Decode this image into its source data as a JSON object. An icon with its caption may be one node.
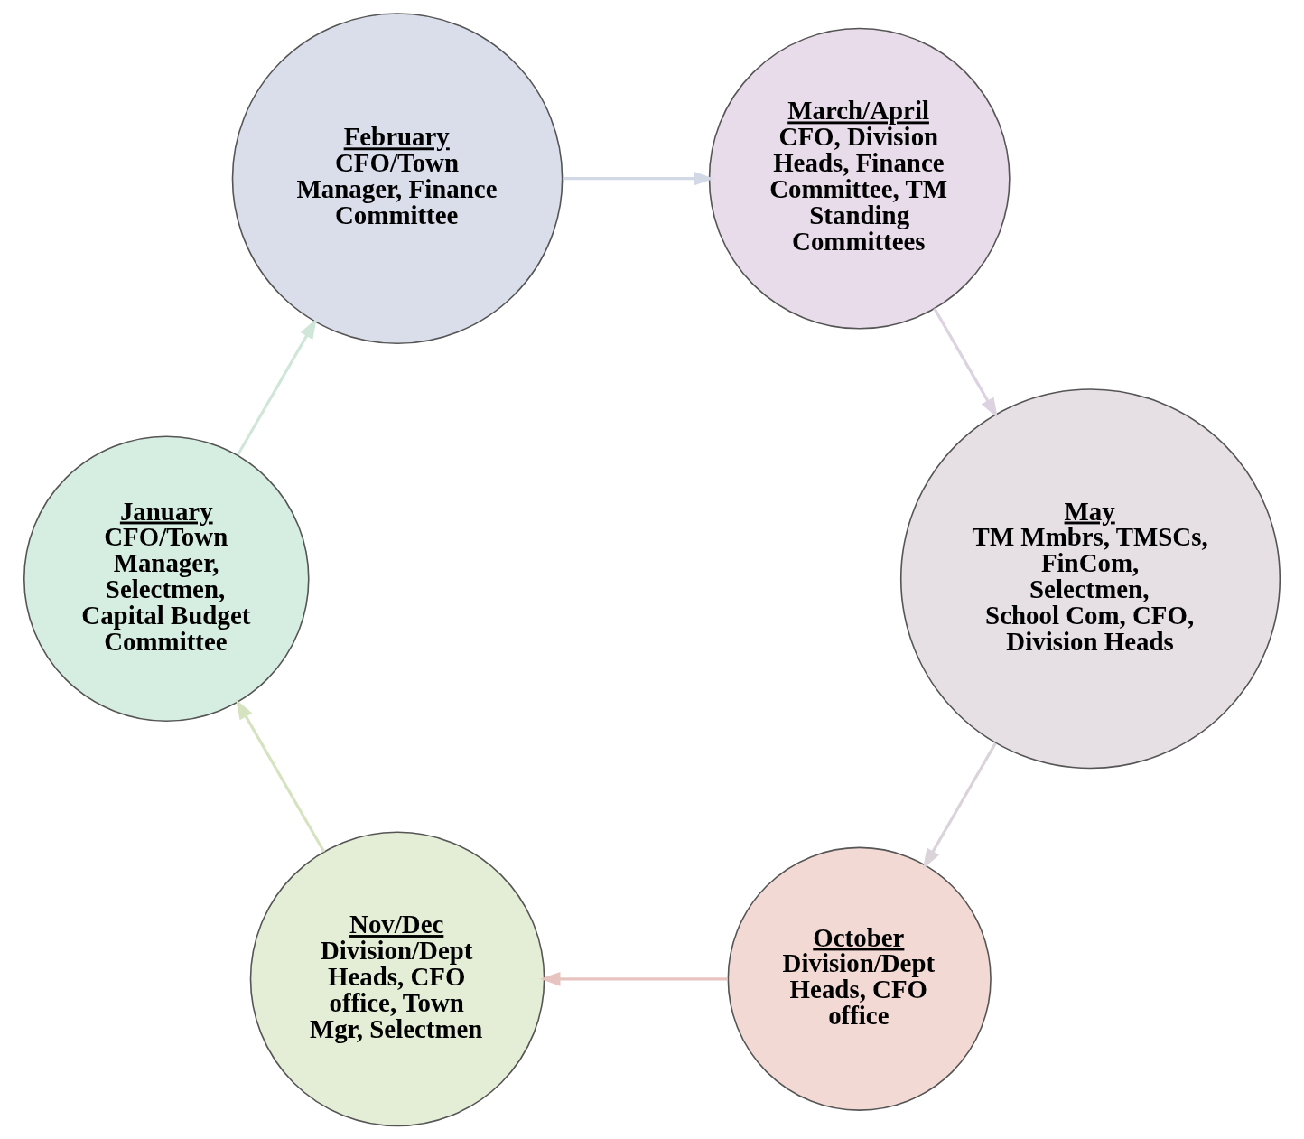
{
  "diagram": {
    "nodes": [
      {
        "text": [
          "October",
          "Division/Dept Heads, CFO office"
        ]
      },
      {
        "text": [
          "Nov/Dec",
          "Division/Dept Heads, CFO office, Town Mgr, Selectmen"
        ]
      },
      {
        "text": [
          "January",
          "CFO/Town Manager, Selectmen, Capital Budget Committee"
        ]
      },
      {
        "text": [
          "February",
          "CFO/Town Manager, Finance Committee"
        ]
      },
      {
        "text": [
          "March/April",
          "CFO, Division Heads, Finance Committee, TM Standing Committees"
        ]
      },
      {
        "text": [
          "May",
          "TM Mmbrs, TMSCs, FinCom, Selectmen, School Com, CFO, Division Heads"
        ]
      }
    ],
    "edges": [
      {
        "from": 0,
        "to": 1,
        "arrow": "to",
        "color": "#e8c4c0"
      },
      {
        "from": 1,
        "to": 2,
        "arrow": "to",
        "color": "#d5e3c0"
      },
      {
        "from": 2,
        "to": 3,
        "arrow": "to",
        "color": "#cfe6d8"
      },
      {
        "from": 3,
        "to": 4,
        "arrow": "to",
        "color": "#d3d8e6"
      },
      {
        "from": 4,
        "to": 5,
        "arrow": "to",
        "color": "#dcd2e0"
      },
      {
        "from": 5,
        "to": 0,
        "arrow": "to",
        "color": "#dad4da"
      }
    ]
  }
}
